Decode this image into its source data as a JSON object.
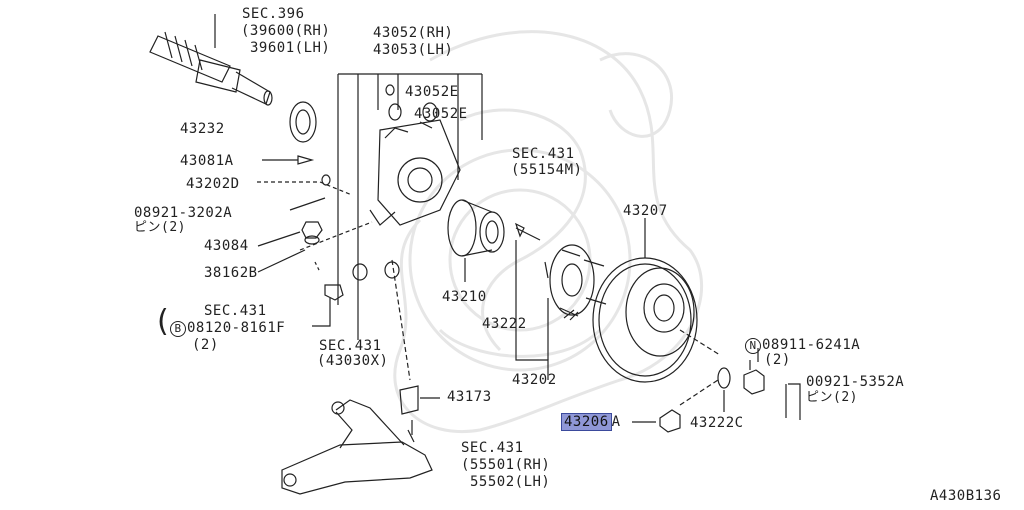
{
  "parts": {
    "sec396": {
      "title": "SEC.396",
      "rh": "(39600(RH)",
      "lh": "39601(LH)"
    },
    "p43052": {
      "rh": "43052(RH)",
      "lh": "43053(LH)"
    },
    "p43052e_a": "43052E",
    "p43052e_b": "43052E",
    "p43232": "43232",
    "p43081a": "43081A",
    "p43202d": "43202D",
    "p08921": "08921-3202A",
    "p08921_pin": "ピン(2)",
    "p43084": "43084",
    "p38162b": "38162B",
    "sec431_55154": {
      "title": "SEC.431",
      "sub": "(55154M)"
    },
    "sec431_bolt": {
      "title": "SEC.431",
      "part": "08120-8161F",
      "qty": "(2)",
      "circle": "B"
    },
    "sec431_43030": {
      "title": "SEC.431",
      "sub": "(43030X)"
    },
    "p43210": "43210",
    "p43222": "43222",
    "p43202": "43202",
    "p43207": "43207",
    "p43173": "43173",
    "p43206a": "43206A",
    "p43206a_code": "43206",
    "p43206a_suffix": "A",
    "p43222c": "43222C",
    "p08911": {
      "circle": "N",
      "part": "08911-6241A",
      "qty": "(2)"
    },
    "p00921": {
      "part": "00921-5352A",
      "qty": "ピン(2)"
    },
    "sec431_lower": {
      "title": "SEC.431",
      "rh": "(55501(RH)",
      "lh": "55502(LH)"
    },
    "diagram_code": "A430B136"
  },
  "colors": {
    "highlight": "#8f97d6",
    "line": "#222222",
    "watermark": "#e6e6e6"
  }
}
